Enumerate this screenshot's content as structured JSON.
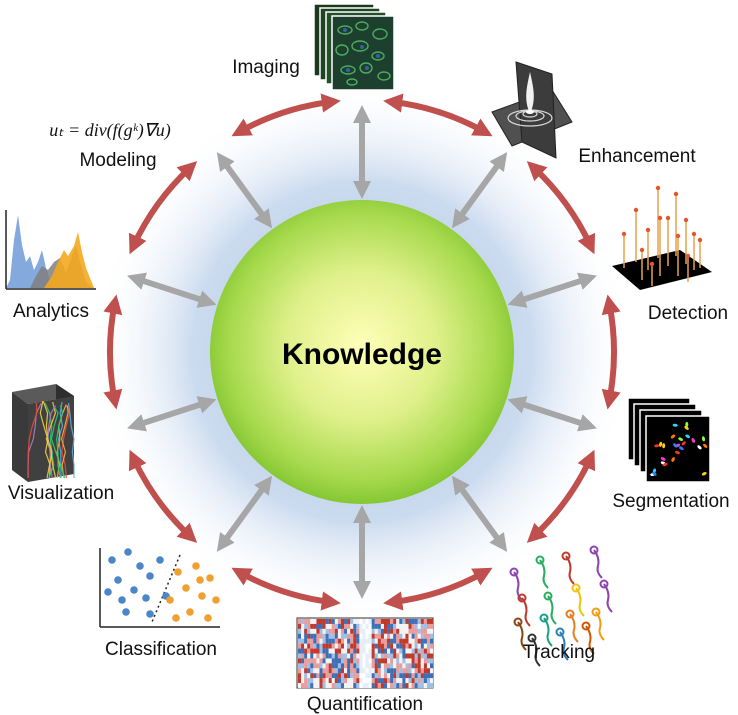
{
  "center": {
    "label": "Knowledge"
  },
  "formula": "uₜ = div(f(gᵏ)∇u)",
  "stages": [
    {
      "id": "imaging",
      "label": "Imaging",
      "icon": "microscopy-image-stack-icon"
    },
    {
      "id": "enhancement",
      "label": "Enhancement",
      "icon": "psf-surface-icon"
    },
    {
      "id": "detection",
      "label": "Detection",
      "icon": "spike-detection-icon"
    },
    {
      "id": "segmentation",
      "label": "Segmentation",
      "icon": "segmented-cells-stack-icon"
    },
    {
      "id": "tracking",
      "label": "Tracking",
      "icon": "trajectory-tracks-icon"
    },
    {
      "id": "quantification",
      "label": "Quantification",
      "icon": "heatmap-matrix-icon"
    },
    {
      "id": "classification",
      "label": "Classification",
      "icon": "scatter-classes-icon"
    },
    {
      "id": "visualization",
      "label": "Visualization",
      "icon": "3d-volume-render-icon"
    },
    {
      "id": "analytics",
      "label": "Analytics",
      "icon": "distribution-histogram-icon"
    },
    {
      "id": "modeling",
      "label": "Modeling",
      "icon": "pde-formula-icon"
    }
  ],
  "colors": {
    "ring_arrow": "#c0504d",
    "spoke_arrow": "#a6a6a6",
    "sphere_center": "#ffffb0",
    "sphere_edge": "#7cc428",
    "halo": "#b8cde8"
  }
}
